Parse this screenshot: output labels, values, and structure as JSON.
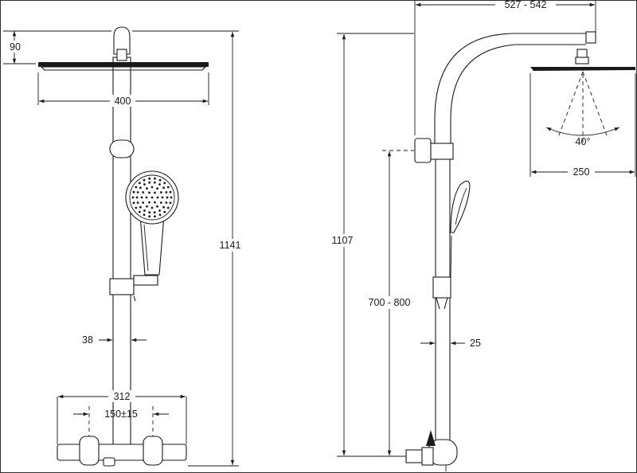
{
  "front_view": {
    "dim_head_height": "90",
    "dim_head_width": "400",
    "dim_total_height": "1141",
    "dim_rail_diameter": "38",
    "dim_mixer_width": "312",
    "dim_inlet_centers": "150±15"
  },
  "side_view": {
    "dim_arm_reach": "527 - 542",
    "dim_spray_angle": "40°",
    "dim_head_width": "250",
    "dim_height": "1107",
    "dim_slider_range": "700 - 800",
    "dim_rail_diameter": "25"
  }
}
